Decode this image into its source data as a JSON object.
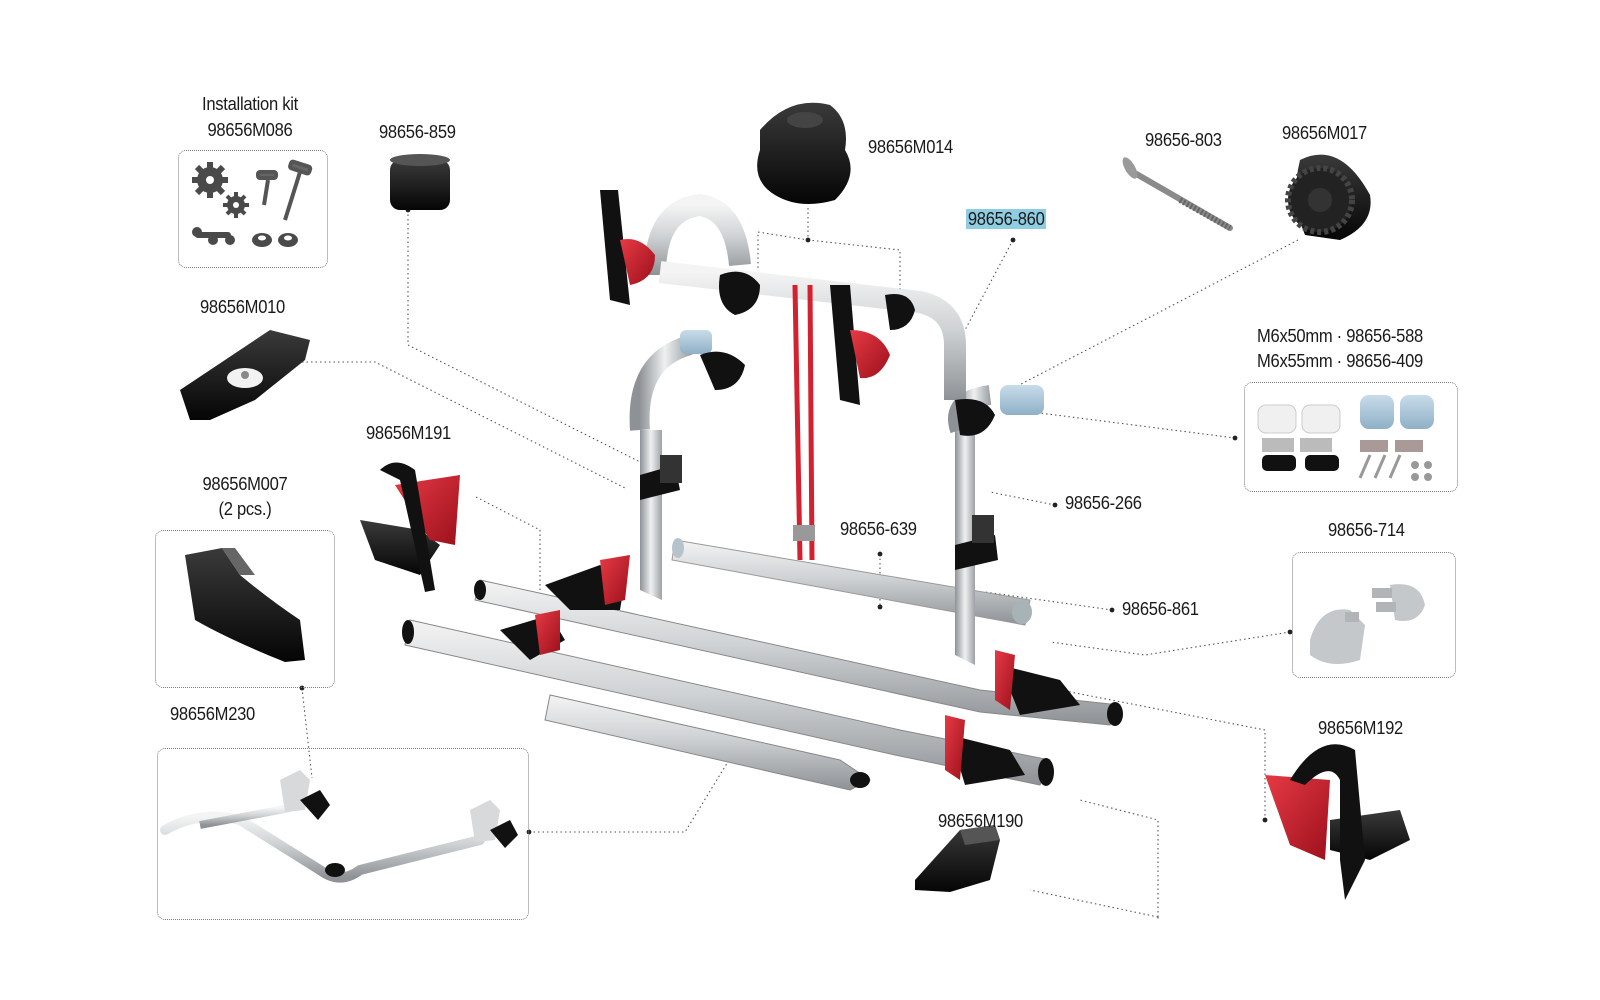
{
  "title": "",
  "accent": "#d42130",
  "highlight_color": "#8fcde2",
  "parts": {
    "installation_kit": {
      "label": "Installation kit",
      "code": "98656M086"
    },
    "p859": "98656-859",
    "pM014": "98656M014",
    "p803": "98656-803",
    "pM017": "98656M017",
    "p860": "98656-860",
    "pM010": "98656M010",
    "screws": {
      "line1": "M6x50mm · 98656-588",
      "line2": "M6x55mm · 98656-409"
    },
    "pM191": "98656M191",
    "p266": "98656-266",
    "pM007": {
      "code": "98656M007",
      "qty": "(2 pcs.)"
    },
    "p639": "98656-639",
    "p714": "98656-714",
    "p861": "98656-861",
    "pM230": "98656M230",
    "pM192": "98656M192",
    "pM190": "98656M190"
  },
  "icons": [
    "gear-icon",
    "screw-icon",
    "chain-icon",
    "nut-icon"
  ]
}
